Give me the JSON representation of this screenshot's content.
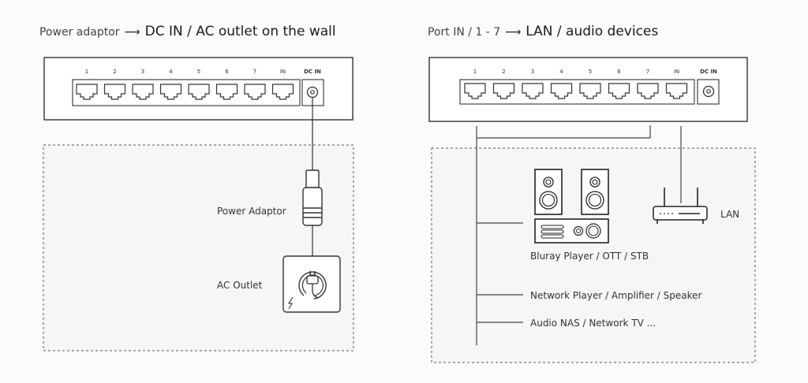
{
  "left_panel": {
    "heading_small": "Power adaptor",
    "heading_arrow": "⟶",
    "heading_big": "DC IN / AC outlet on the wall",
    "port_labels": [
      "1",
      "2",
      "3",
      "4",
      "5",
      "6",
      "7",
      "IN",
      "DC IN"
    ],
    "power_adaptor_label": "Power Adaptor",
    "ac_outlet_label": "AC Outlet"
  },
  "right_panel": {
    "heading_small": "Port  IN / 1 - 7",
    "heading_arrow": "⟶",
    "heading_big": "LAN / audio devices",
    "port_labels": [
      "1",
      "2",
      "3",
      "4",
      "5",
      "6",
      "7",
      "IN",
      "DC IN"
    ],
    "devices": [
      "Bluray Player / OTT / STB",
      "Network Player / Amplifier / Speaker",
      "Audio NAS / Network TV ..."
    ],
    "lan_label": "LAN"
  }
}
